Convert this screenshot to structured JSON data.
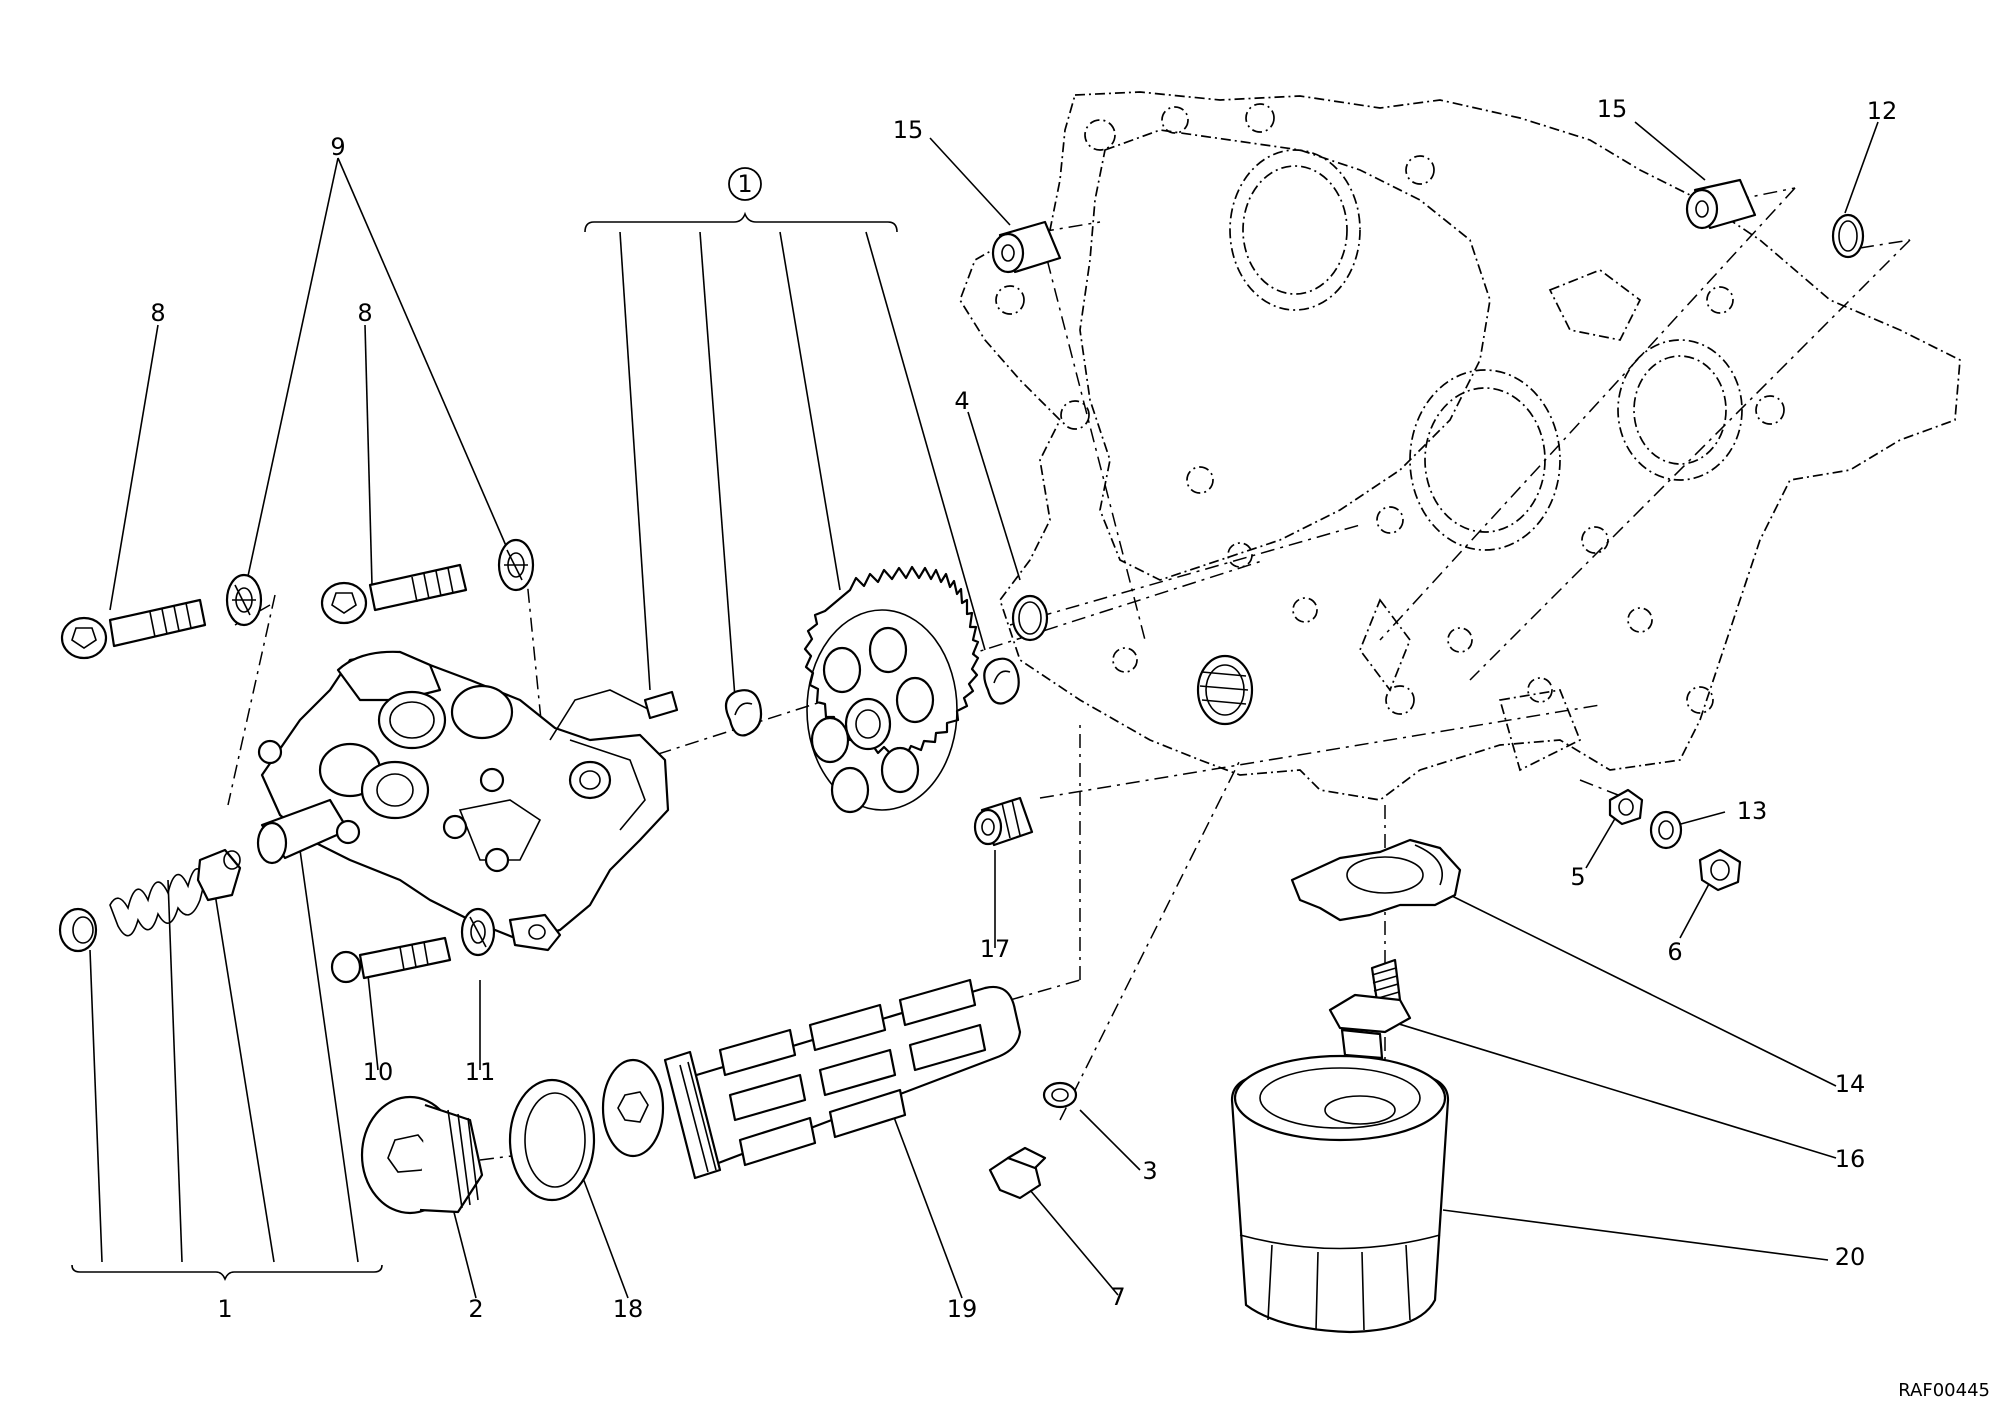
{
  "diagram": {
    "drawing_code": "RAF00445",
    "callouts": [
      {
        "id": "c-9",
        "label": "9"
      },
      {
        "id": "c-8a",
        "label": "8"
      },
      {
        "id": "c-8b",
        "label": "8"
      },
      {
        "id": "c-1kit",
        "label": "1",
        "circled": true
      },
      {
        "id": "c-15a",
        "label": "15"
      },
      {
        "id": "c-15b",
        "label": "15"
      },
      {
        "id": "c-12",
        "label": "12"
      },
      {
        "id": "c-4",
        "label": "4"
      },
      {
        "id": "c-13",
        "label": "13"
      },
      {
        "id": "c-5",
        "label": "5"
      },
      {
        "id": "c-6",
        "label": "6"
      },
      {
        "id": "c-17",
        "label": "17"
      },
      {
        "id": "c-14",
        "label": "14"
      },
      {
        "id": "c-16",
        "label": "16"
      },
      {
        "id": "c-10",
        "label": "10"
      },
      {
        "id": "c-11",
        "label": "11"
      },
      {
        "id": "c-3",
        "label": "3"
      },
      {
        "id": "c-20",
        "label": "20"
      },
      {
        "id": "c-1",
        "label": "1"
      },
      {
        "id": "c-2",
        "label": "2"
      },
      {
        "id": "c-18",
        "label": "18"
      },
      {
        "id": "c-19",
        "label": "19"
      },
      {
        "id": "c-7",
        "label": "7"
      }
    ]
  }
}
